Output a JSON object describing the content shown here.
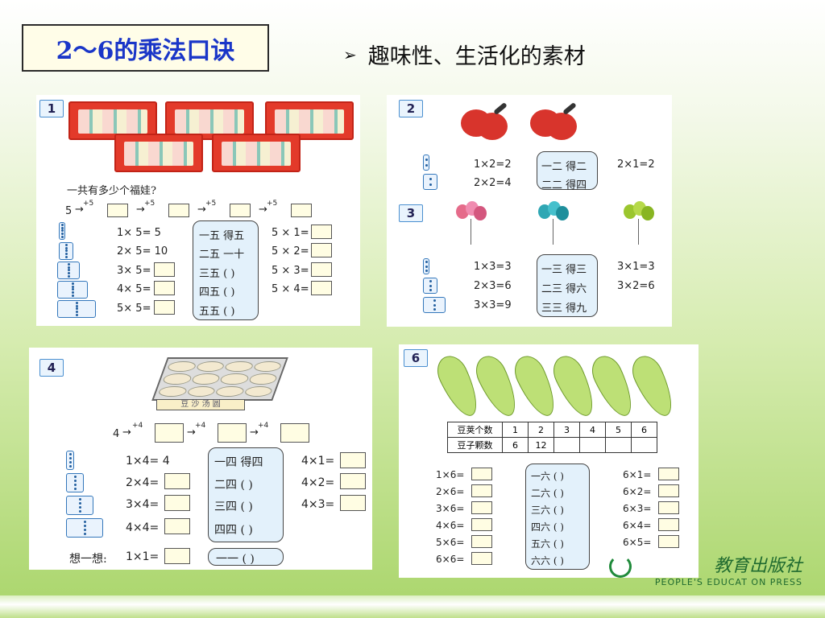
{
  "header": {
    "title": "2～6的乘法口诀",
    "bullet": "➢",
    "subtitle": "趣味性、生活化的素材"
  },
  "card1": {
    "tag": "1",
    "question": "一共有多少个福娃?",
    "seq_start": "5",
    "step": "+5",
    "left": [
      "1× 5=  5",
      "2× 5= 10",
      "3× 5=",
      "4× 5=",
      "5× 5="
    ],
    "rhymes": [
      "一五 得五",
      "二五 一十",
      "三五 (    )",
      "四五 (    )",
      "五五 (    )"
    ],
    "right": [
      "5 × 1=",
      "5 × 2=",
      "5 × 3=",
      "5 × 4="
    ]
  },
  "card2": {
    "tag": "2",
    "left": [
      "1×2=2",
      "2×2=4"
    ],
    "rhymes": [
      "一二 得二",
      "二二 得四"
    ],
    "right": [
      "2×1=2"
    ]
  },
  "card3": {
    "tag": "3",
    "left": [
      "1×3=3",
      "2×3=6",
      "3×3=9"
    ],
    "rhymes": [
      "一三 得三",
      "二三 得六",
      "三三 得九"
    ],
    "right": [
      "3×1=3",
      "3×2=6"
    ]
  },
  "card4": {
    "tag": "4",
    "tray_label": "豆 沙 汤 圆",
    "seq_start": "4",
    "step": "+4",
    "left": [
      "1×4= 4",
      "2×4=",
      "3×4=",
      "4×4="
    ],
    "rhymes": [
      "一四 得四",
      "二四 (    )",
      "三四 (    )",
      "四四 (    )"
    ],
    "right": [
      "4×1=",
      "4×2=",
      "4×3="
    ],
    "think_label": "想一想:",
    "think_eq": "1×1=",
    "think_rhyme": "一一 (    )"
  },
  "card6": {
    "tag": "6",
    "table": {
      "row1_head": "豆荚个数",
      "row1": [
        "1",
        "2",
        "3",
        "4",
        "5",
        "6"
      ],
      "row2_head": "豆子颗数",
      "row2": [
        "6",
        "12",
        "",
        "",
        "",
        ""
      ]
    },
    "left": [
      "1×6=",
      "2×6=",
      "3×6=",
      "4×6=",
      "5×6=",
      "6×6="
    ],
    "rhymes": [
      "一六 (    )",
      "二六 (    )",
      "三六 (    )",
      "四六 (    )",
      "五六 (    )",
      "六六 (    )"
    ],
    "right": [
      "6×1=",
      "6×2=",
      "6×3=",
      "6×4=",
      "6×5="
    ]
  },
  "logo": {
    "cn": "教育出版社",
    "en": "PEOPLE'S  EDUCAT ON  PRESS"
  }
}
